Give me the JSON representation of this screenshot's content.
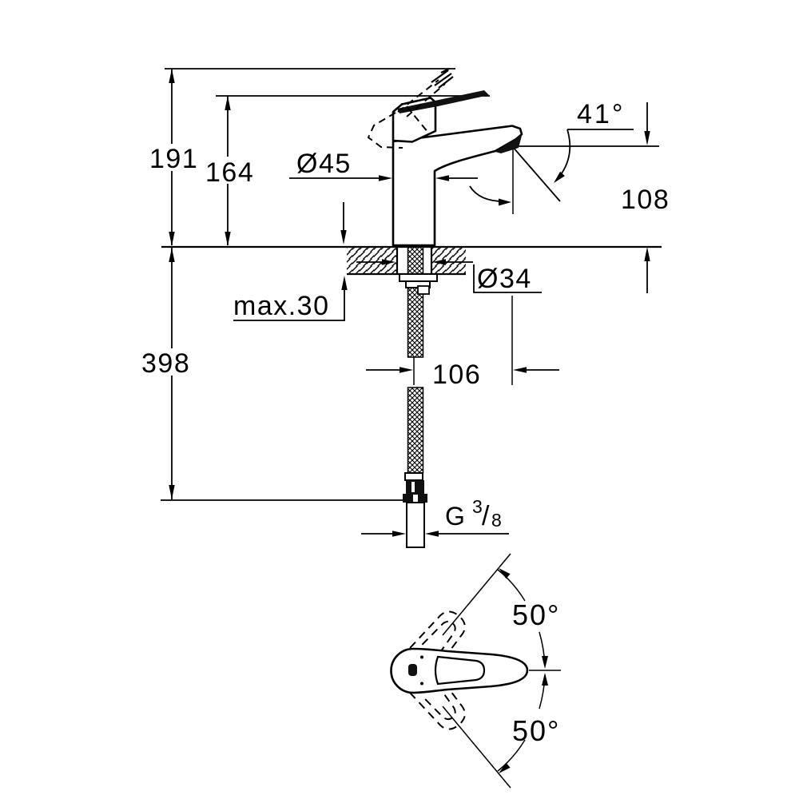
{
  "page": {
    "background": "#ffffff",
    "ink": "#000000"
  },
  "drawing": {
    "type": "technical-dimension-drawing",
    "subject": "single-lever basin mixer, side elevation with deck section, supply hose and handle swing top view",
    "dimensions": {
      "total_height": "191",
      "height_to_spout_top": "164",
      "body_diameter": "Ø45",
      "spout_angle": "41°",
      "outlet_height": "108",
      "mounting_hole_diameter": "Ø34",
      "max_deck_thickness": "max.30",
      "below_deck_length": "398",
      "spout_projection": "106",
      "thread_prefix": "G",
      "thread_numerator": "3",
      "thread_slash": "/",
      "thread_denominator": "8",
      "handle_swing_upper": "50°",
      "handle_swing_lower": "50°"
    }
  }
}
